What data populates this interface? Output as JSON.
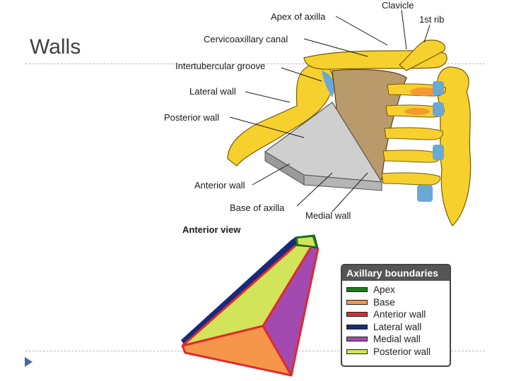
{
  "slide": {
    "title": "Walls"
  },
  "figure": {
    "labels": {
      "clavicle": "Clavicle",
      "apex": "Apex of axilla",
      "first_rib": "1st rib",
      "canal": "Cervicoaxillary canal",
      "groove": "Intertubercular groove",
      "lateral": "Lateral wall",
      "posterior": "Posterior wall",
      "anterior": "Anterior wall",
      "base": "Base of axilla",
      "medial": "Medial wall",
      "view": "Anterior view"
    }
  },
  "legend": {
    "title": "Axillary boundaries",
    "items": [
      {
        "label": "Apex",
        "color": "#1e7a1e"
      },
      {
        "label": "Base",
        "color": "#f5964b"
      },
      {
        "label": "Anterior wall",
        "color": "#e02a2a"
      },
      {
        "label": "Lateral wall",
        "color": "#1a2a7a"
      },
      {
        "label": "Medial wall",
        "color": "#a24ab0"
      },
      {
        "label": "Posterior wall",
        "color": "#d2e55a"
      }
    ]
  }
}
